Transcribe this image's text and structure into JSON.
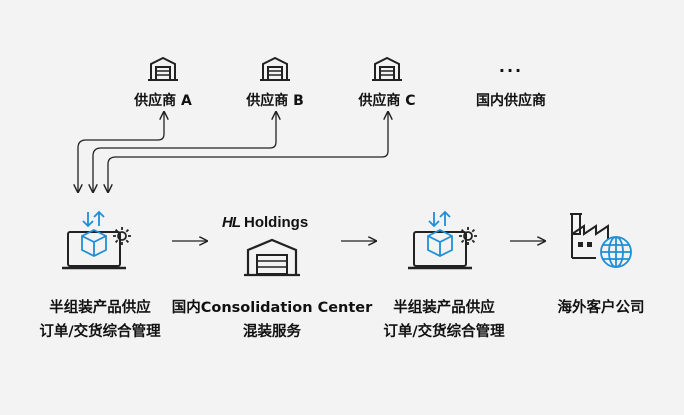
{
  "suppliers": [
    {
      "label": "供应商 A",
      "icon": "warehouse-icon"
    },
    {
      "label": "供应商 B",
      "icon": "warehouse-icon"
    },
    {
      "label": "供应商 C",
      "icon": "warehouse-icon"
    },
    {
      "label": "国内供应商",
      "icon": "ellipsis-icon",
      "dots": "···"
    }
  ],
  "nodes": {
    "left": {
      "line1": "半组装产品供应",
      "line2": "订单/交货综合管理",
      "icon": "laptop-box-gear-icon"
    },
    "center": {
      "logo_mark": "HL",
      "logo_text": "Holdings",
      "line1": "国内Consolidation Center",
      "line2": "混装服务",
      "icon": "warehouse-icon"
    },
    "right": {
      "line1": "半组装产品供应",
      "line2": "订单/交货综合管理",
      "icon": "laptop-box-gear-icon"
    },
    "far_right": {
      "line1": "海外客户公司",
      "icon": "factory-globe-icon"
    }
  },
  "colors": {
    "accent": "#1e8fd6",
    "line": "#222222",
    "background": "#f3f3f3"
  }
}
